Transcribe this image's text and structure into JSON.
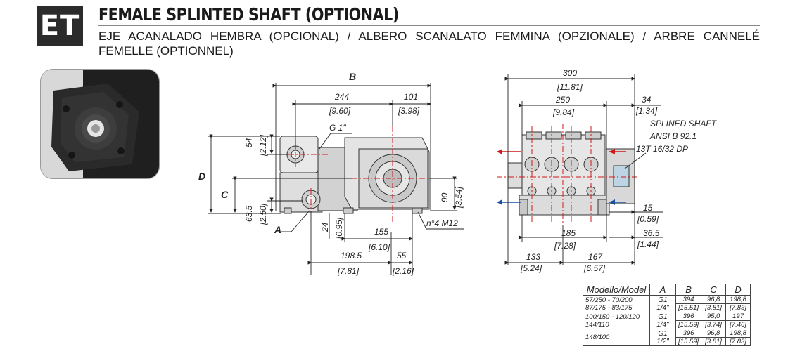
{
  "badge": "ET",
  "title": "FEMALE SPLINTED SHAFT (OPTIONAL)",
  "subtitle": "EJE ACANALADO HEMBRA (OPCIONAL) / ALBERO SCANALATO FEMMINA (OPZIONALE) / ARBRE CANNELÉ FEMELLE (OPTIONNEL)",
  "left_view": {
    "B": "B",
    "d244": "244",
    "d244i": "[9.60]",
    "d101": "101",
    "d101i": "[3.98]",
    "g1": "G 1\"",
    "d54": "54",
    "d54i": "[2.12]",
    "D": "D",
    "C": "C",
    "d63": "63.5",
    "d63i": "[2.50]",
    "A": "A",
    "d24": "24",
    "d24i": "[0.95]",
    "d155": "155",
    "d155i": "[6.10]",
    "d198": "198.5",
    "d198i": "[7.81]",
    "d55": "55",
    "d55i": "[2.16]",
    "d90": "90",
    "d90i": "[3.54]",
    "m12": "n°4  M12"
  },
  "right_view": {
    "d300": "300",
    "d300i": "[11.81]",
    "d250": "250",
    "d250i": "[9.84]",
    "d34": "34",
    "d34i": "[1.34]",
    "spl1": "SPLINED SHAFT",
    "spl2": "ANSI B 92.1",
    "spl3": "13T 16/32 DP",
    "d15": "15",
    "d15i": "[0.59]",
    "d185": "185",
    "d185i": "[7.28]",
    "d36": "36.5",
    "d36i": "[1.44]",
    "d133": "133",
    "d133i": "[5.24]",
    "d167": "167",
    "d167i": "[6.57]"
  },
  "table": {
    "headers": [
      "Modello/Model",
      "A",
      "B",
      "C",
      "D"
    ],
    "rows": [
      {
        "model1": "57/250 - 70/200",
        "model2": "87/175 - 83/175",
        "a": "G1 1/4\"",
        "b": "394",
        "bi": "[15.51]",
        "c": "96,8",
        "ci": "[3.81]",
        "d": "198,8",
        "di": "[7.83]"
      },
      {
        "model1": "100/150 - 120/120",
        "model2": "144/110",
        "a": "G1 1/4\"",
        "b": "396",
        "bi": "[15.59]",
        "c": "95,0",
        "ci": "[3.74]",
        "d": "197",
        "di": "[7.46]"
      },
      {
        "model1": "148/100",
        "model2": "",
        "a": "G1 1/2\"",
        "b": "396",
        "bi": "[15.59]",
        "c": "96,8",
        "ci": "[3.81]",
        "d": "198,8",
        "di": "[7.83]"
      }
    ]
  }
}
